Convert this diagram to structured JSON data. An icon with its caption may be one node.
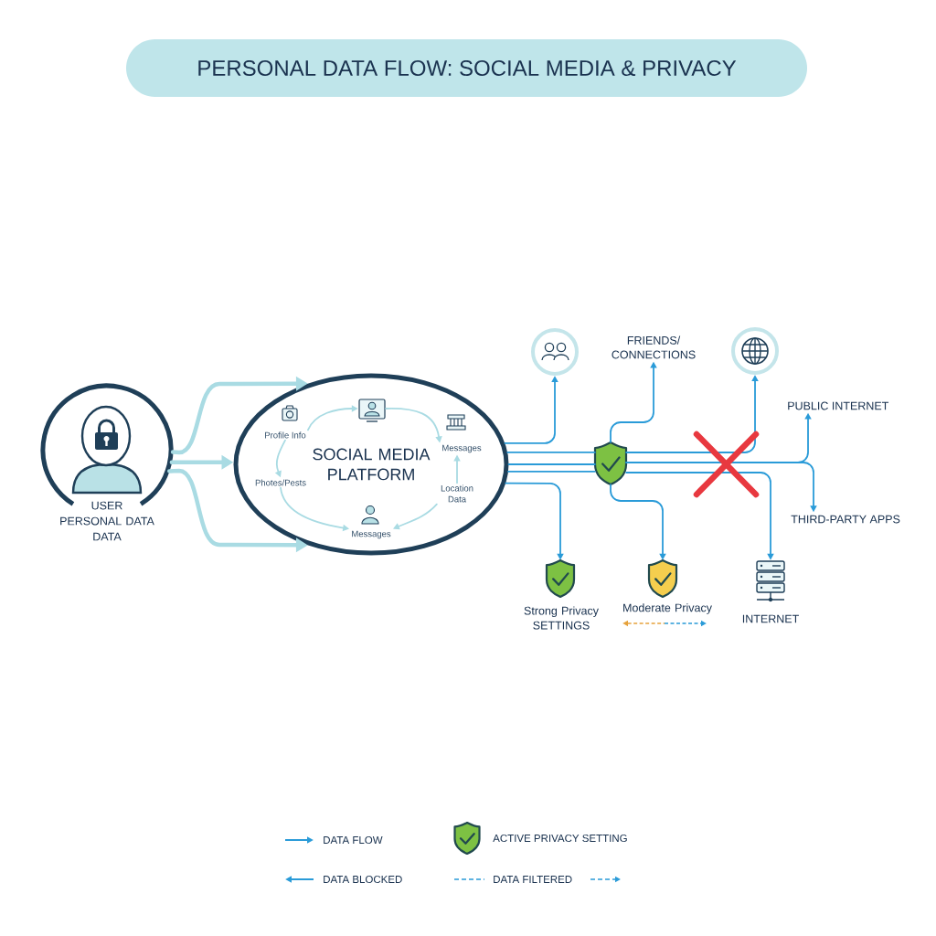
{
  "diagram": {
    "title": "PERSONAL DATA FLOW: SOCIAL MEDIA & PRIVACY",
    "nodes": [
      {
        "text": [
          "USER PERSONAL DATA DATA"
        ]
      },
      {
        "text": [
          "SOCIAL MEDIA PLATFORM"
        ]
      },
      {
        "text": [
          "Profile Info"
        ],
        "in": 1
      },
      {
        "text": [],
        "shape": "picture",
        "in": 1
      },
      {
        "text": [
          "Messages"
        ],
        "in": 1
      },
      {
        "text": [
          "Photes/Pests"
        ],
        "in": 1
      },
      {
        "text": [
          "Location Data"
        ],
        "in": 1
      },
      {
        "text": [
          "Messages"
        ],
        "in": 1
      },
      {
        "text": [],
        "shape": "circle"
      },
      {
        "text": [
          "FRIENDS/ CONNECTIONS"
        ]
      },
      {
        "text": [],
        "shape": "circle"
      },
      {
        "text": [
          "PUBLIC INTERNET"
        ]
      },
      {
        "text": [],
        "shape": "shield"
      },
      {
        "text": [
          "THIRD-PARTY APPS"
        ]
      },
      {
        "text": [],
        "shape": "shield",
        "beside": [
          "Strong Privacy SETTINGS"
        ]
      },
      {
        "text": [],
        "shape": "shield",
        "beside": [
          "Moderate Privacy"
        ]
      },
      {
        "text": [],
        "shape": "picture",
        "beside": [
          "INTERNET"
        ]
      }
    ],
    "edges": [
      {
        "from": 0,
        "to": 1,
        "arrow": "to",
        "style": "thick",
        "color": "#a9dbe3"
      },
      {
        "from": 0,
        "to": 1,
        "arrow": "to",
        "style": "thick",
        "color": "#a9dbe3"
      },
      {
        "from": 0,
        "to": 1,
        "arrow": "to",
        "style": "thick",
        "color": "#a9dbe3"
      },
      {
        "from": 2,
        "to": 3,
        "arrow": "to",
        "color": "#a9dbe3"
      },
      {
        "from": 3,
        "to": 4,
        "arrow": "to",
        "color": "#a9dbe3"
      },
      {
        "from": 6,
        "to": 4,
        "arrow": "to",
        "color": "#a9dbe3"
      },
      {
        "from": 6,
        "to": 7,
        "arrow": "to",
        "color": "#a9dbe3"
      },
      {
        "from": 5,
        "to": 7,
        "arrow": "to",
        "color": "#a9dbe3"
      },
      {
        "from": 2,
        "to": 5,
        "arrow": "to",
        "color": "#a9dbe3"
      },
      {
        "from": 1,
        "to": 8,
        "arrow": "to"
      },
      {
        "from": 1,
        "to": 12,
        "arrow": "none"
      },
      {
        "from": 1,
        "to": 12,
        "arrow": "none"
      },
      {
        "from": 1,
        "to": 12,
        "arrow": "none"
      },
      {
        "from": 12,
        "to": 9,
        "arrow": "to"
      },
      {
        "from": 12,
        "to": 10,
        "arrow": "to"
      },
      {
        "from": 12,
        "to": 11,
        "arrow": "to"
      },
      {
        "from": 12,
        "to": 13,
        "arrow": "to"
      },
      {
        "from": 12,
        "to": 16,
        "arrow": "to"
      },
      {
        "from": 12,
        "to": 15,
        "arrow": "to"
      },
      {
        "from": 1,
        "to": 14,
        "arrow": "to"
      }
    ],
    "legend": [
      {
        "text": "DATA FLOW"
      },
      {
        "text": "ACTIVE PRIVACY SETTING"
      },
      {
        "text": "DATA BLOCKED"
      },
      {
        "text": "DATA FILTERED"
      }
    ]
  }
}
